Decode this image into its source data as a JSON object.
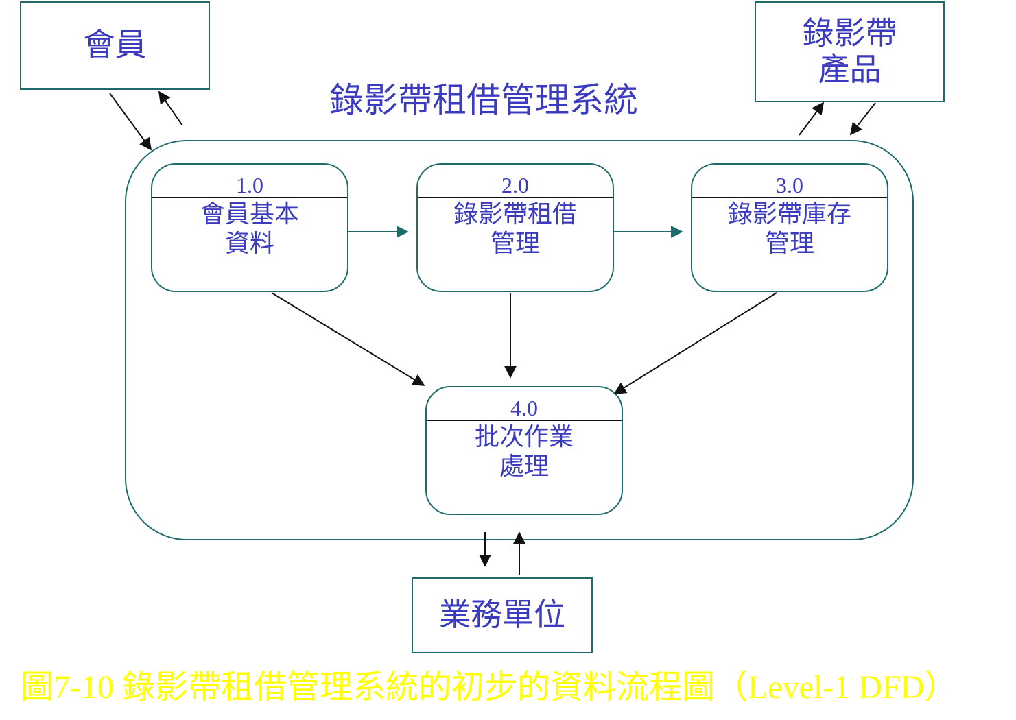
{
  "title": "錄影帶租借管理系統",
  "externals": {
    "member": "會員",
    "tape_product": [
      "錄影帶",
      "產品"
    ],
    "business_unit": "業務單位"
  },
  "processes": [
    {
      "id": "1.0",
      "label": [
        "會員基本",
        "資料"
      ]
    },
    {
      "id": "2.0",
      "label": [
        "錄影帶租借",
        "管理"
      ]
    },
    {
      "id": "3.0",
      "label": [
        "錄影帶庫存",
        "管理"
      ]
    },
    {
      "id": "4.0",
      "label": [
        "批次作業",
        "處理"
      ]
    }
  ],
  "caption": "圖7-10 錄影帶租借管理系統的初步的資料流程圖（Level-1 DFD）",
  "colors": {
    "text": "#3b3bbf",
    "border": "#1f6b6b",
    "caption": "#ffff00",
    "arrow": "#111111",
    "internal_arrow": "#1f6b6b"
  }
}
